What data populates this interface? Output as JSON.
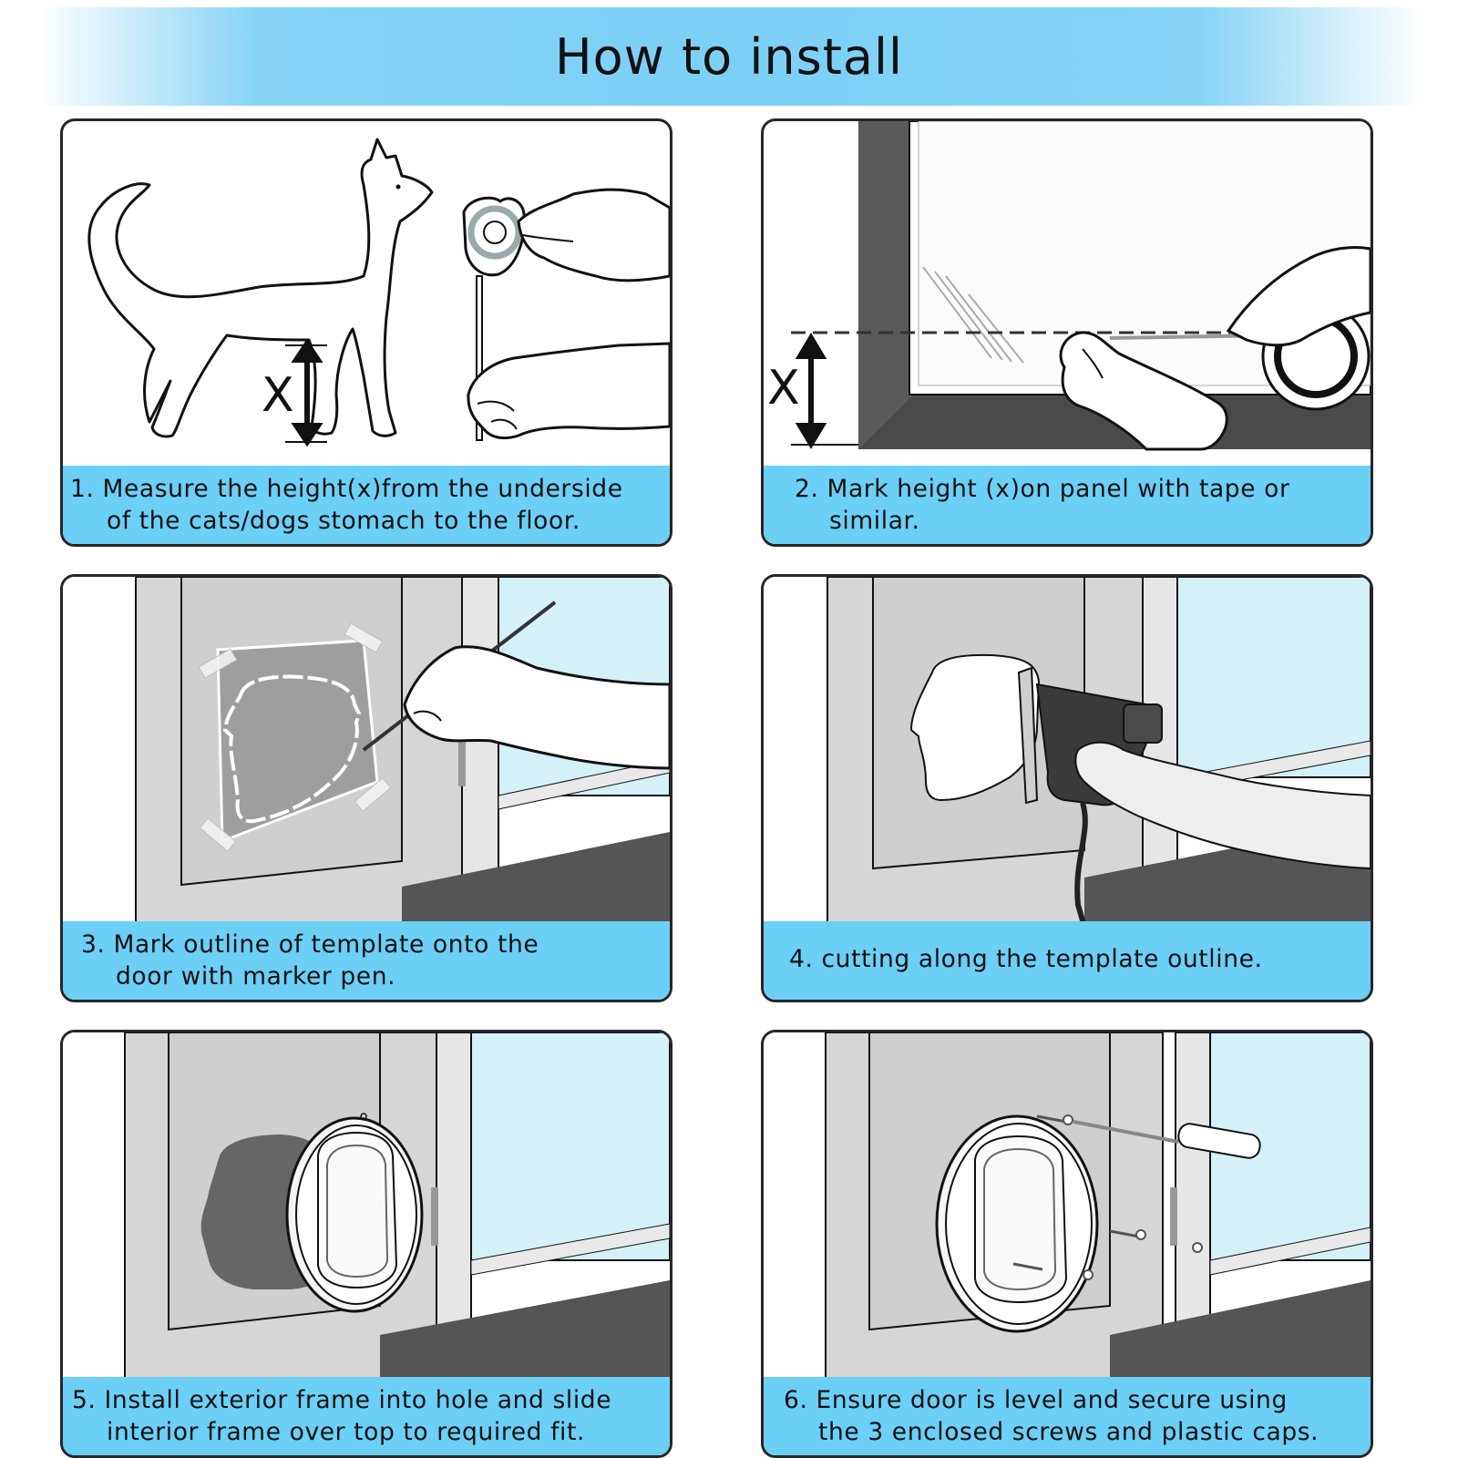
{
  "header": {
    "title": "How to install"
  },
  "colors": {
    "caption_bg": "#6ccff6",
    "banner": "#7cd0f6",
    "floor": "#555555",
    "glass": "#d4f1f8",
    "wall": "#d3d3d3"
  },
  "steps": [
    {
      "line1": "1. Measure the height(x)from the underside",
      "line2": "of the cats/dogs stomach to the floor.",
      "marker": "X"
    },
    {
      "line1": "2. Mark height (x)on panel with tape or",
      "line2": "similar.",
      "marker": "X"
    },
    {
      "line1": "3. Mark outline of template onto the",
      "line2": "door with marker pen."
    },
    {
      "line1": "4. cutting along the template outline.",
      "line2": ""
    },
    {
      "line1": "5. Install exterior frame into hole and slide",
      "line2": "interior frame over top to required fit."
    },
    {
      "line1": "6. Ensure door is level and secure using",
      "line2": "the 3 enclosed screws and plastic caps."
    }
  ]
}
